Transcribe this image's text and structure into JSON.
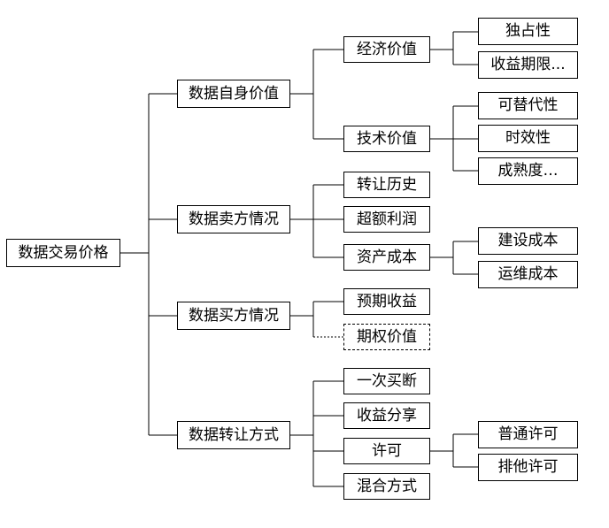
{
  "root": "数据交易价格",
  "groups": [
    {
      "label": "数据自身价值",
      "children": [
        {
          "label": "经济价值",
          "children": [
            "独占性",
            "收益期限..."
          ]
        },
        {
          "label": "技术价值",
          "children": [
            "可替代性",
            "时效性",
            "成熟度…"
          ]
        }
      ]
    },
    {
      "label": "数据卖方情况",
      "children": [
        {
          "label": "转让历史"
        },
        {
          "label": "超额利润"
        },
        {
          "label": "资产成本",
          "children": [
            "建设成本",
            "运维成本"
          ]
        }
      ]
    },
    {
      "label": "数据买方情况",
      "children": [
        {
          "label": "预期收益"
        },
        {
          "label": "期权价值",
          "dashed": true
        }
      ]
    },
    {
      "label": "数据转让方式",
      "children": [
        {
          "label": "一次买断"
        },
        {
          "label": "收益分享"
        },
        {
          "label": "许可",
          "children": [
            "普通许可",
            "排他许可"
          ]
        },
        {
          "label": "混合方式"
        }
      ]
    }
  ]
}
